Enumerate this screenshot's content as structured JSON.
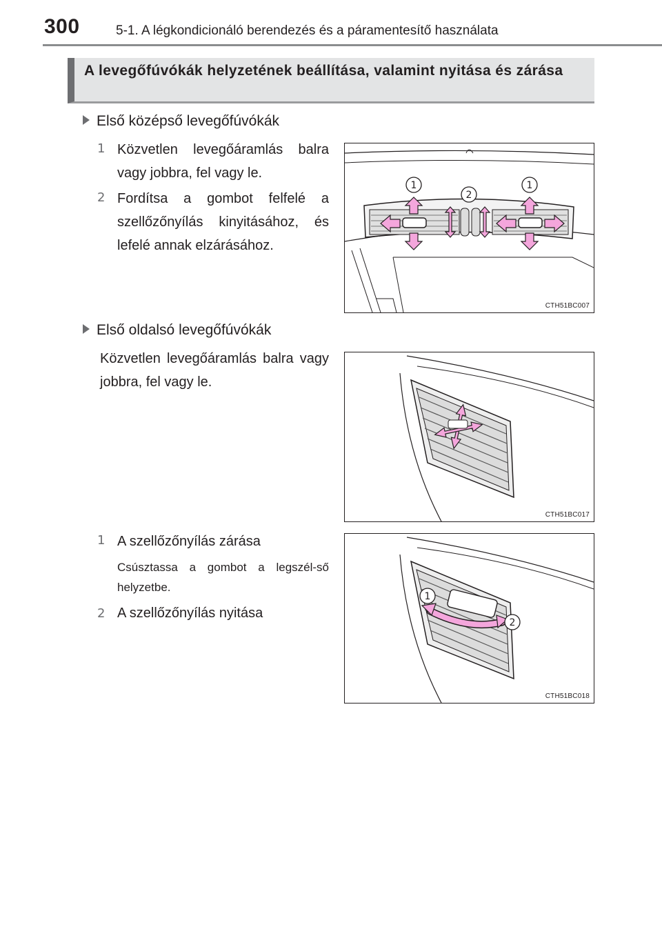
{
  "header": {
    "page_number": "300",
    "chapter_title": "5-1. A légkondicionáló berendezés és a páramentesítő használata"
  },
  "section": {
    "heading": "A levegőfúvókák helyzetének beállítása, valamint nyitása és zárása"
  },
  "front_center": {
    "heading": "Első középső levegőfúvókák",
    "items": [
      {
        "number": "1",
        "text": "Közvetlen levegőáramlás balra vagy jobbra, fel vagy le."
      },
      {
        "number": "2",
        "text": "Fordítsa a gombot felfelé a szellőzőnyílás kinyitásához, és lefelé annak elzárásához."
      }
    ],
    "figure": {
      "code": "CTH51BC007",
      "callouts": [
        "1",
        "2",
        "1"
      ]
    }
  },
  "front_side": {
    "heading": "Első oldalsó levegőfúvókák",
    "text": "Közvetlen levegőáramlás balra vagy jobbra, fel vagy le.",
    "figure": {
      "code": "CTH51BC017"
    }
  },
  "side_open_close": {
    "items": [
      {
        "number": "1",
        "text": "A szellőzőnyílás zárása",
        "note": "Csúsztassa a gombot a legszél-ső helyzetbe."
      },
      {
        "number": "2",
        "text": "A szellőzőnyílás nyitása"
      }
    ],
    "figure": {
      "code": "CTH51BC018",
      "callouts": [
        "1",
        "2"
      ]
    }
  },
  "colors": {
    "arrow_fill": "#f4a6dc",
    "arrow_stroke": "#231f20",
    "heading_band": "#e3e4e5",
    "heading_bar": "#6d6e71"
  }
}
